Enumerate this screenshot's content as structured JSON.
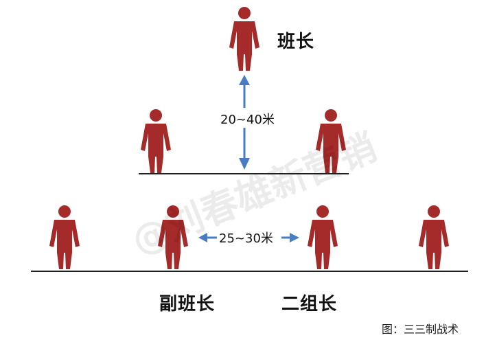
{
  "labels": {
    "squad_leader": "班长",
    "deputy_leader": "副班长",
    "group2_leader": "二组长"
  },
  "distances": {
    "vertical": "20~40米",
    "horizontal": "25~30米"
  },
  "caption": "图：三三制战术",
  "watermark": "@刘春雄新营销",
  "colors": {
    "figure": "#a52a2a",
    "arrow": "#4a7cc4",
    "line": "#222222"
  },
  "icons": {
    "person": "person-icon",
    "arrow": "arrow-icon"
  }
}
